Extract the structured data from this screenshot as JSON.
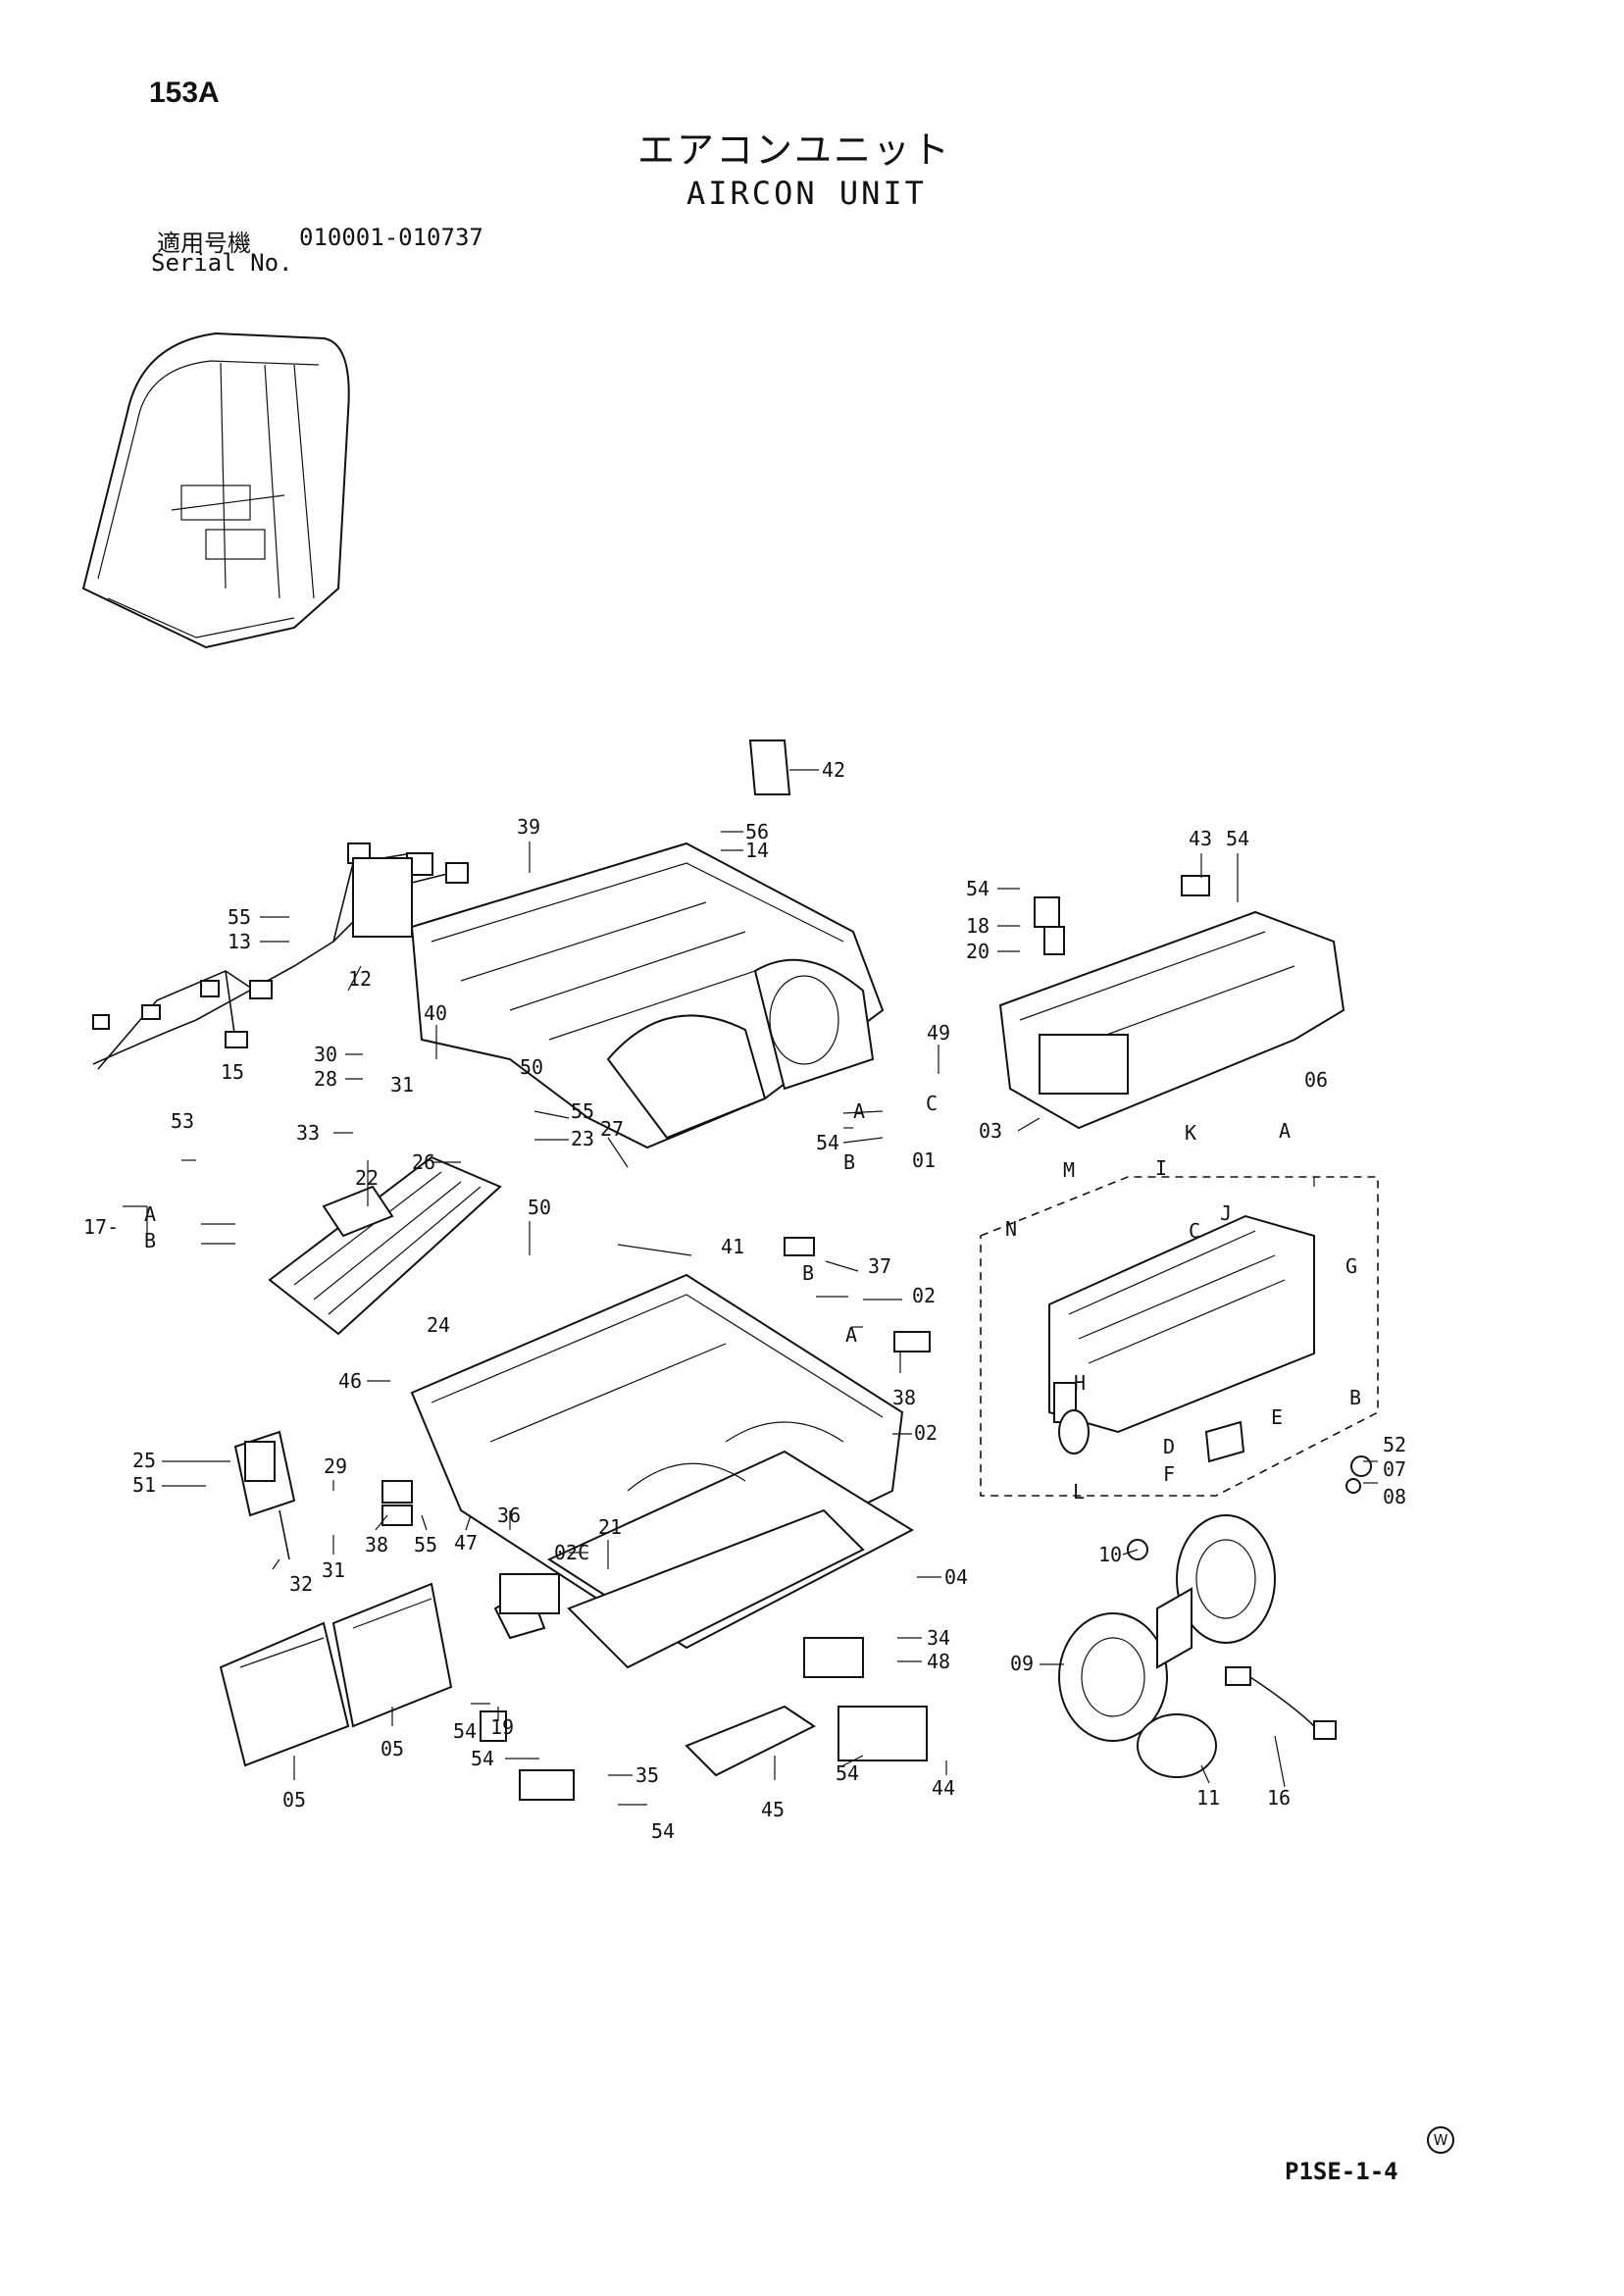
{
  "page_code": "153A",
  "title_jp": "エアコンユニット",
  "title_en": "AIRCON UNIT",
  "serial_label_jp": "適用号機",
  "serial_range": "010001-010737",
  "serial_label_en": "Serial No.",
  "footer_ref": "P1SE-1-4",
  "footer_mark": "W",
  "labels": {
    "l42": "42",
    "l56": "56",
    "l14": "14",
    "l39": "39",
    "l43": "43",
    "l54a": "54",
    "l54b": "54",
    "l18": "18",
    "l20": "20",
    "l55a": "55",
    "l13": "13",
    "l12": "12",
    "l40": "40",
    "l30": "30",
    "l28": "28",
    "l31a": "31",
    "l15": "15",
    "l50a": "50",
    "l49": "49",
    "l33": "33",
    "l26": "26",
    "l55b": "55",
    "l23": "23",
    "l53": "53",
    "l22": "22",
    "l27": "27",
    "lA1": "A",
    "lC1": "C",
    "l54c": "54",
    "lB1": "B",
    "l01": "01",
    "l03": "03",
    "l06": "06",
    "l17": "17-",
    "l17A": "A",
    "l17B": "B",
    "l50b": "50",
    "l41": "41",
    "l37": "37",
    "l24": "24",
    "lB2": "B",
    "l02a": "02",
    "lA2": "A",
    "l38a": "38",
    "l46": "46",
    "l02b": "02",
    "l25": "25",
    "l51": "51",
    "l29": "29",
    "l36": "36",
    "l38b": "38",
    "l55c": "55",
    "l47": "47",
    "l31b": "31",
    "l32": "32",
    "l21": "21",
    "l02c": "02C",
    "l04": "04",
    "l10": "10",
    "l34": "34",
    "l48": "48",
    "l09": "09",
    "l54d": "54",
    "l19": "19",
    "l05a": "05",
    "l05b": "05",
    "l54e": "54",
    "l35": "35",
    "l54f": "54",
    "l45": "45",
    "l54g": "54",
    "l44": "44",
    "l11": "11",
    "l16": "16",
    "lK": "K",
    "lA3": "A",
    "lM": "M",
    "lI": "I",
    "lJ": "J",
    "lN": "N",
    "lC3": "C",
    "lG": "G",
    "lH": "H",
    "lB3": "B",
    "lD": "D",
    "lE": "E",
    "lF": "F",
    "lL": "L",
    "l52": "52",
    "l07": "07",
    "l08": "08"
  }
}
